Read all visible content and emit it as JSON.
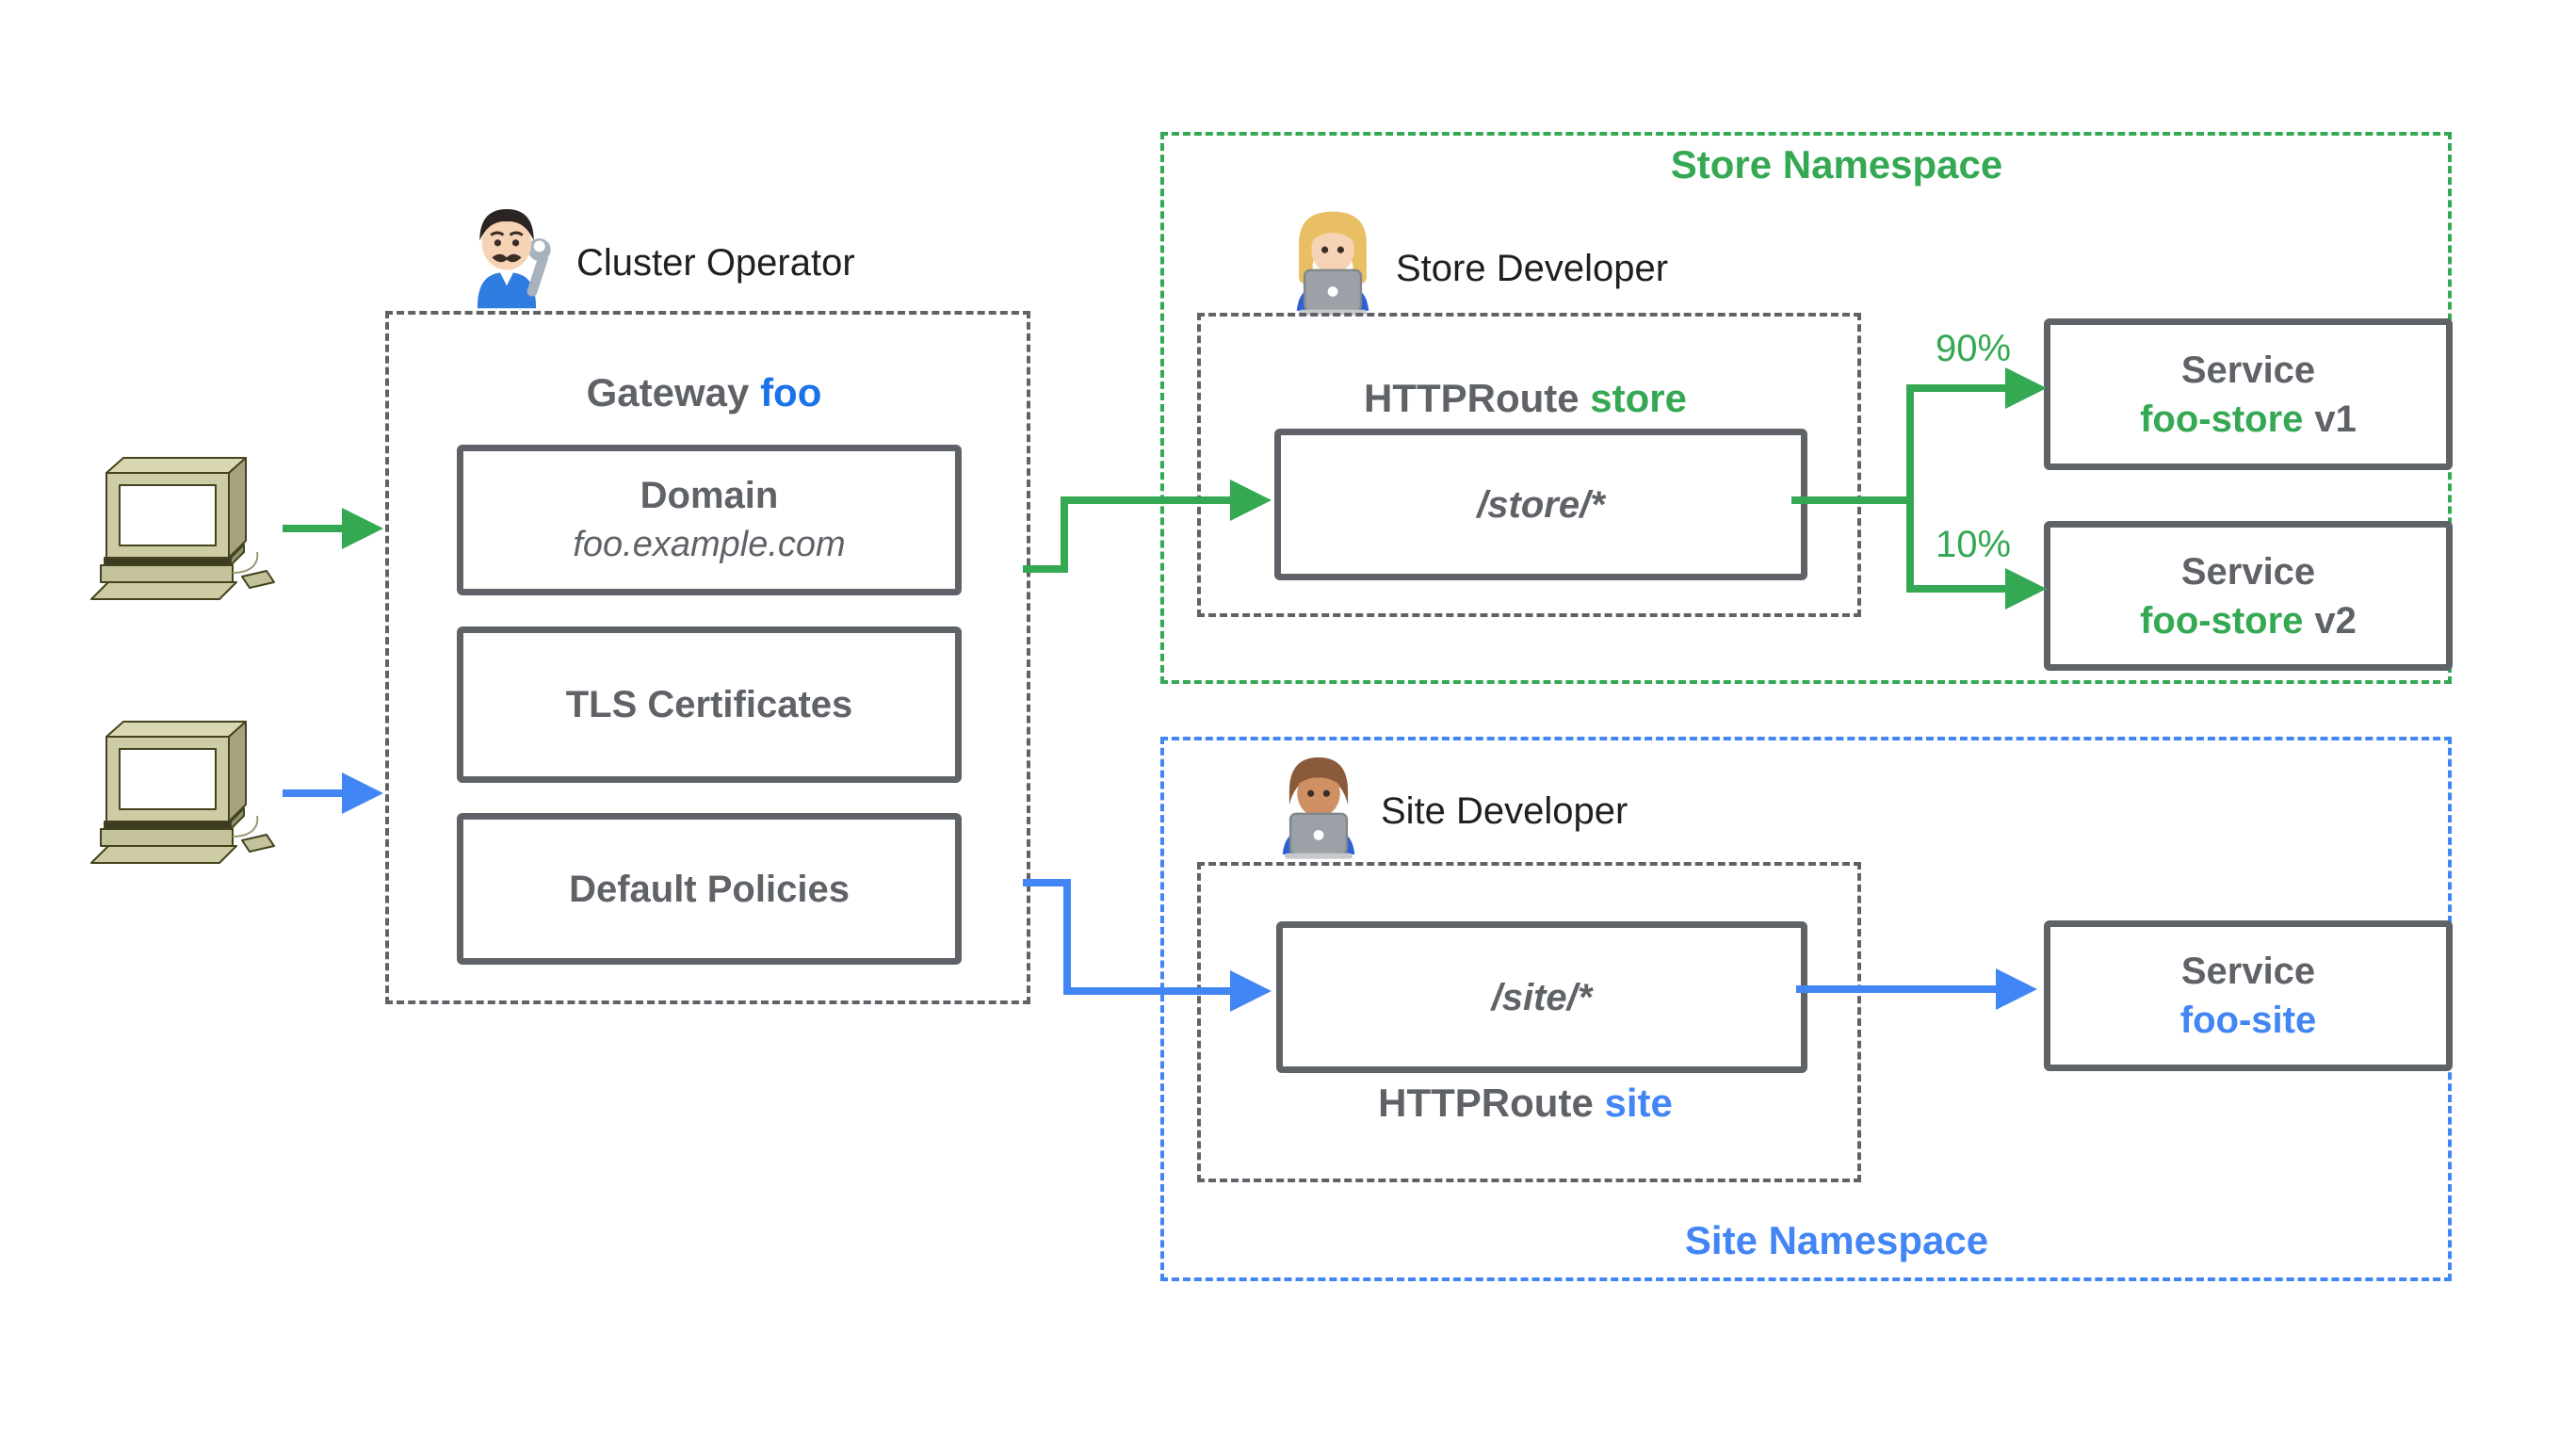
{
  "palette": {
    "green": "#34A853",
    "blue": "#4285F4",
    "deep_blue": "#1A73E8",
    "gray": "#5F6368",
    "black": "#1f1f1f"
  },
  "actors": {
    "cluster_operator": {
      "label": "Cluster Operator",
      "icon": "man-mechanic-emoji"
    },
    "store_developer": {
      "label": "Store Developer",
      "icon": "woman-technologist-emoji"
    },
    "site_developer": {
      "label": "Site Developer",
      "icon": "man-technologist-emoji"
    }
  },
  "clients": {
    "icon": "retro-computer-icon",
    "count": 2
  },
  "gateway": {
    "title_prefix": "Gateway ",
    "title_name": "foo",
    "domain_label": "Domain",
    "domain_value": "foo.example.com",
    "tls_label": "TLS Certificates",
    "policies_label": "Default Policies"
  },
  "store_namespace": {
    "title": "Store Namespace",
    "httproute_prefix": "HTTPRoute ",
    "httproute_name": "store",
    "route_path": "/store/*",
    "weight_v1": "90%",
    "weight_v2": "10%",
    "service_v1": {
      "type_label": "Service",
      "name": "foo-store",
      "version": "v1"
    },
    "service_v2": {
      "type_label": "Service",
      "name": "foo-store",
      "version": "v2"
    }
  },
  "site_namespace": {
    "title": "Site Namespace",
    "httproute_prefix": "HTTPRoute ",
    "httproute_name": "site",
    "route_path": "/site/*",
    "service": {
      "type_label": "Service",
      "name": "foo-site"
    }
  }
}
